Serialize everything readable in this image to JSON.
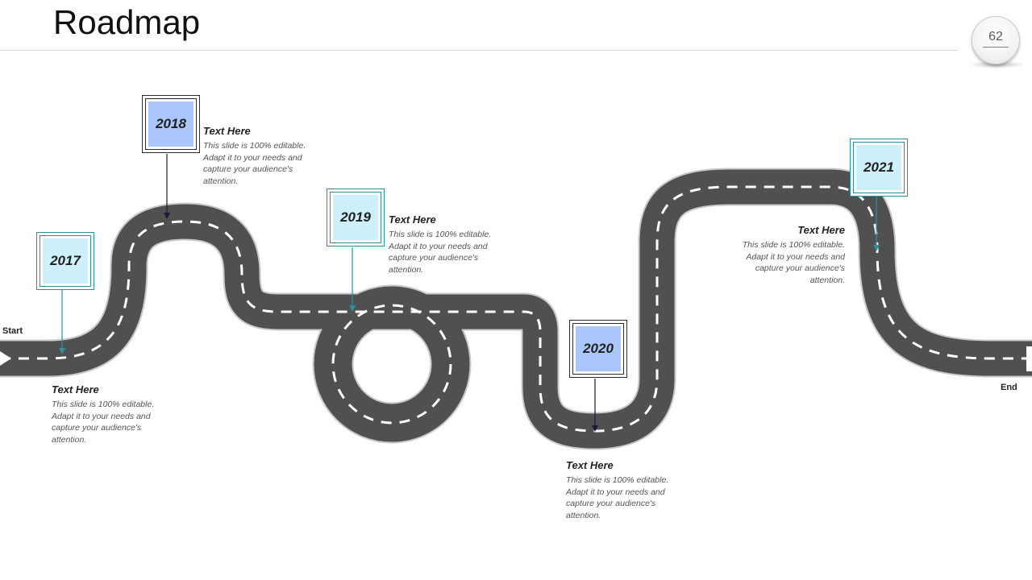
{
  "slide": {
    "title": "Roadmap",
    "page_number": "62"
  },
  "road": {
    "start_label": "Start",
    "end_label": "End"
  },
  "milestones": [
    {
      "year": "2017",
      "heading": "Text Here",
      "text": "This slide is 100% editable. Adapt it to your needs and capture your audience's attention.",
      "box_color": "#cdf0fb"
    },
    {
      "year": "2018",
      "heading": "Text Here",
      "text": "This slide is 100% editable. Adapt it to your needs and capture your audience's attention.",
      "box_color": "#a9c7fa"
    },
    {
      "year": "2019",
      "heading": "Text Here",
      "text": "This slide is 100% editable. Adapt it to your needs and capture your audience's attention.",
      "box_color": "#cdf0fb"
    },
    {
      "year": "2020",
      "heading": "Text Here",
      "text": "This slide is 100% editable. Adapt it to your needs and capture your audience's attention.",
      "box_color": "#a9c7fa"
    },
    {
      "year": "2021",
      "heading": "Text Here",
      "text": "This slide is 100% editable. Adapt it to your needs and capture your audience's attention.",
      "box_color": "#cdf0fb"
    }
  ],
  "colors": {
    "road": "#505050",
    "road_edge": "#bdbdbd",
    "lane_marking": "#ffffff",
    "connector_dark": "#1a1a3a",
    "connector_teal": "#2f8f9d"
  }
}
